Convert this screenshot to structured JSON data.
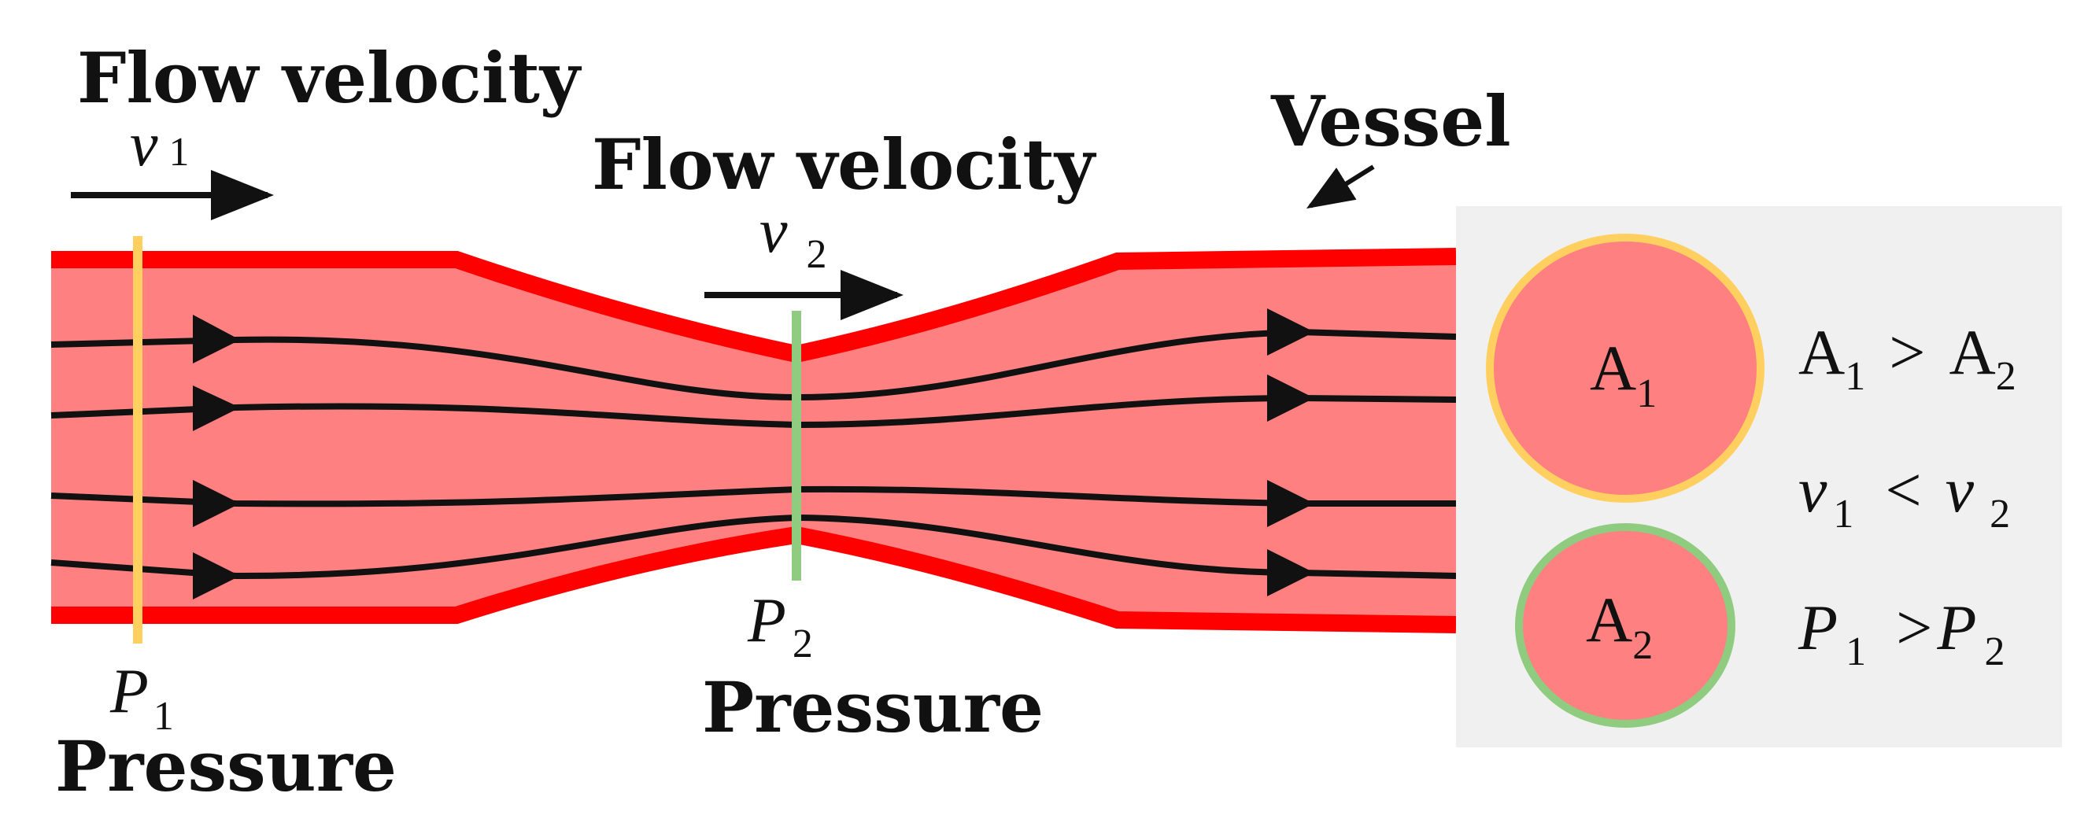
{
  "labels": {
    "flow_velocity_1": "Flow velocity",
    "v1_symbol": "v",
    "v1_sub": "1",
    "flow_velocity_2": "Flow velocity",
    "v2_symbol": "v",
    "v2_sub": "2",
    "vessel": "Vessel",
    "p1_symbol": "P",
    "p1_sub": "1",
    "pressure_1": "Pressure",
    "p2_symbol": "P",
    "p2_sub": "2",
    "pressure_2": "Pressure"
  },
  "cross_sections": {
    "a1_symbol": "A",
    "a1_sub": "1",
    "a2_symbol": "A",
    "a2_sub": "2"
  },
  "relations": {
    "area": {
      "left": "A",
      "left_sub": "1",
      "op": ">",
      "right": "A",
      "right_sub": "2"
    },
    "velocity": {
      "left": "v",
      "left_sub": "1",
      "op": "<",
      "right": "v",
      "right_sub": "2"
    },
    "pressure": {
      "left": "P",
      "left_sub": "1",
      "op": ">",
      "right": "P",
      "right_sub": "2"
    }
  },
  "colors": {
    "vessel_wall": "#ff0000",
    "blood": "#ff8080",
    "streamline": "#111111",
    "section_1_marker": "#ffd060",
    "section_2_marker": "#8fcc80",
    "panel_bg": "#f0f0f0"
  }
}
